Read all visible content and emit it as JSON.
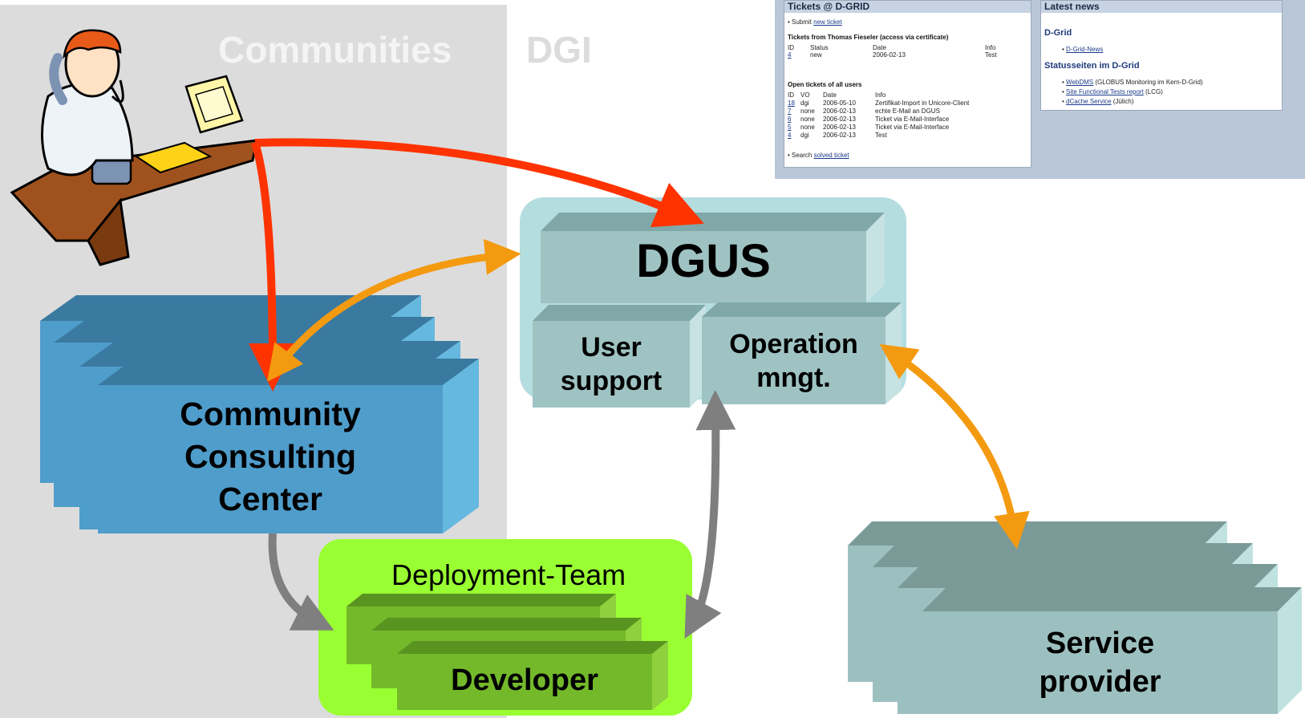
{
  "regions": {
    "communities": "Communities",
    "dgi": "DGI"
  },
  "boxes": {
    "dgus": "DGUS",
    "user_support": [
      "User",
      "support"
    ],
    "operation_mngt": [
      "Operation",
      "mngt."
    ],
    "community_consulting": [
      "Community",
      "Consulting",
      "Center"
    ],
    "deployment_team": "Deployment-Team",
    "developer": "Developer",
    "service_provider": [
      "Service",
      "provider"
    ]
  },
  "screenshot": {
    "tickets_panel": {
      "title": "Tickets @ D-GRID",
      "submit_prefix": "• Submit ",
      "submit_link": "new ticket",
      "own_heading": "Tickets from Thomas Fieseler (access via certificate)",
      "own_columns": [
        "ID",
        "Status",
        "Date",
        "Info"
      ],
      "own_rows": [
        [
          "4",
          "new",
          "2006-02-13",
          "Test"
        ]
      ],
      "all_heading": "Open tickets of all users",
      "all_columns": [
        "ID",
        "VO",
        "Date",
        "Info"
      ],
      "all_rows": [
        [
          "18",
          "dgi",
          "2006-05-10",
          "Zertifikat-Import in Unicore-Client"
        ],
        [
          "7",
          "none",
          "2006-02-13",
          "echte E-Mail an DGUS"
        ],
        [
          "6",
          "none",
          "2006-02-13",
          "Ticket via E-Mail-Interface"
        ],
        [
          "5",
          "none",
          "2006-02-13",
          "Ticket via E-Mail-Interface"
        ],
        [
          "4",
          "dgi",
          "2006-02-13",
          "Test"
        ]
      ],
      "search_prefix": "• Search ",
      "search_link": "solved ticket"
    },
    "news_panel": {
      "title": "Latest news",
      "section1": "D-Grid",
      "section1_items": [
        "D-Grid-News"
      ],
      "section2": "Statusseiten im D-Grid",
      "section2_items": [
        {
          "link": "WebDMS",
          "text": " (GLOBUS Monitoring im Kern-D-Grid)"
        },
        {
          "link": "Site Functional Tests report",
          "text": " (LCG)"
        },
        {
          "link": "dCache Service",
          "text": " (Jülich)"
        }
      ]
    }
  },
  "colors": {
    "red_arrow": "#ff3300",
    "orange_arrow": "#f49a10",
    "gray_arrow": "#7f7f7f",
    "ccc_box": "#4f9dcb",
    "dgus_box": "#9fc3c3",
    "dgus_bg": "#b4dde0",
    "deploy_bg": "#99ff33",
    "developer_box": "#74b92a",
    "service_box": "#9cc0bf"
  }
}
